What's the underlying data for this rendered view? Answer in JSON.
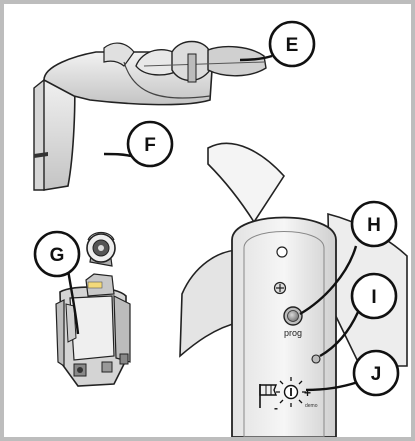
{
  "callouts": [
    {
      "id": "E",
      "label": "E"
    },
    {
      "id": "F",
      "label": "F"
    },
    {
      "id": "G",
      "label": "G"
    },
    {
      "id": "H",
      "label": "H"
    },
    {
      "id": "I",
      "label": "I"
    },
    {
      "id": "J",
      "label": "J"
    }
  ],
  "device_labels": {
    "prog": "prog",
    "demo": "demo",
    "minus": "-",
    "plus": "+"
  },
  "colors": {
    "frame_border": "#bdbdbd",
    "outline": "#222222",
    "device_fill": "#eeeeee",
    "device_shadow": "#c8c8c8",
    "sensor_light": "#f4f4f4",
    "sensor_dark": "#9a9a9a"
  },
  "icons": [
    "wind-flag-icon",
    "sun-brightness-icon",
    "screw-icon",
    "led-indicator-icon",
    "prog-button-icon"
  ]
}
